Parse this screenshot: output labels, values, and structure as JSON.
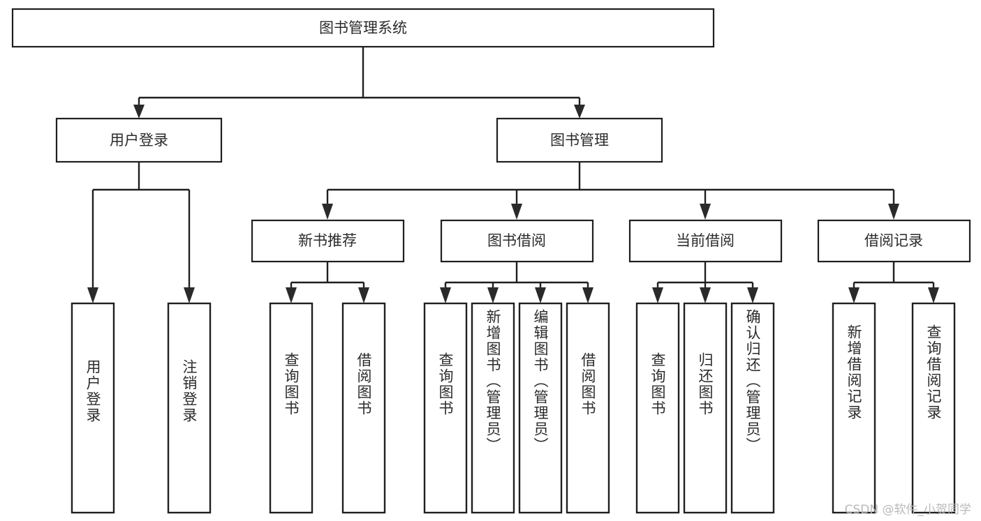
{
  "diagram": {
    "type": "tree",
    "title": "图书管理系统",
    "orientation": "top-down",
    "levels": 4,
    "root": {
      "id": "root",
      "label": "图书管理系统"
    },
    "level2": [
      {
        "id": "user-login",
        "label": "用户登录"
      },
      {
        "id": "book-manage",
        "label": "图书管理"
      }
    ],
    "level3": [
      {
        "id": "new-book-rec",
        "label": "新书推荐",
        "parent": "book-manage"
      },
      {
        "id": "book-borrow",
        "label": "图书借阅",
        "parent": "book-manage"
      },
      {
        "id": "current-borrow",
        "label": "当前借阅",
        "parent": "book-manage"
      },
      {
        "id": "borrow-record",
        "label": "借阅记录",
        "parent": "book-manage"
      }
    ],
    "leaves": [
      {
        "id": "leaf-user-login",
        "label": "用户登录",
        "parent": "user-login"
      },
      {
        "id": "leaf-logout-login",
        "label": "注销登录",
        "parent": "user-login"
      },
      {
        "id": "leaf-query-book-1",
        "label": "查询图书",
        "parent": "new-book-rec"
      },
      {
        "id": "leaf-borrow-book-1",
        "label": "借阅图书",
        "parent": "new-book-rec"
      },
      {
        "id": "leaf-query-book-2",
        "label": "查询图书",
        "parent": "book-borrow"
      },
      {
        "id": "leaf-add-book",
        "label": "新增图书（管理员）",
        "parent": "book-borrow"
      },
      {
        "id": "leaf-edit-book",
        "label": "编辑图书（管理员）",
        "parent": "book-borrow"
      },
      {
        "id": "leaf-borrow-book-2",
        "label": "借阅图书",
        "parent": "book-borrow"
      },
      {
        "id": "leaf-query-book-3",
        "label": "查询图书",
        "parent": "current-borrow"
      },
      {
        "id": "leaf-return-book",
        "label": "归还图书",
        "parent": "current-borrow"
      },
      {
        "id": "leaf-confirm-return",
        "label": "确认归还（管理员）",
        "parent": "current-borrow"
      },
      {
        "id": "leaf-add-record",
        "label": "新增借阅记录",
        "parent": "borrow-record"
      },
      {
        "id": "leaf-query-record",
        "label": "查询借阅记录",
        "parent": "borrow-record"
      }
    ],
    "colors": {
      "box_fill": "#ffffff",
      "box_stroke": "#1f1f1f",
      "text": "#2b2b2b",
      "connector": "#1f1f1f",
      "background": "#ffffff",
      "watermark": "#b9b9b9"
    }
  },
  "watermark": {
    "text": "CSDN @软件_小贺同学"
  }
}
